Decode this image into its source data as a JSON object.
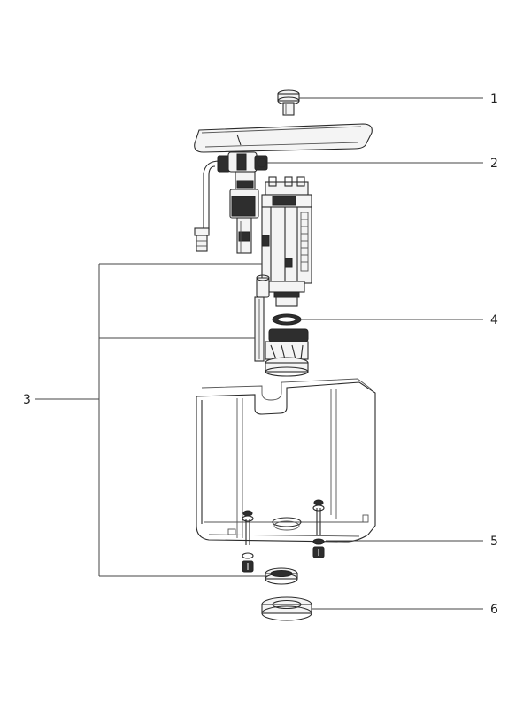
{
  "callouts": [
    {
      "id": "1",
      "label": "1"
    },
    {
      "id": "2",
      "label": "2"
    },
    {
      "id": "3",
      "label": "3"
    },
    {
      "id": "4",
      "label": "4"
    },
    {
      "id": "5",
      "label": "5"
    },
    {
      "id": "6",
      "label": "6"
    }
  ],
  "colors": {
    "line": "#2a2a2a",
    "dark_part": "#2e2e2e",
    "leader": "#444444",
    "background": "#ffffff"
  }
}
